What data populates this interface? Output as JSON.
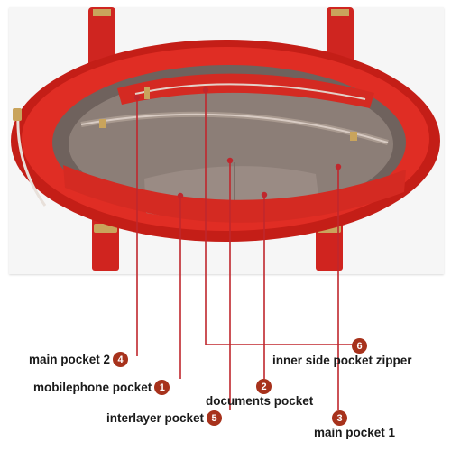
{
  "image": {
    "subject": "open-red-handbag-interior",
    "colors": {
      "leather": "#d42a22",
      "leather_dark": "#a5150f",
      "lining": "#8c7e77",
      "hardware": "#c9a45c",
      "leader": "#c0272d",
      "badge": "#a7321c"
    }
  },
  "callouts": [
    {
      "number": "4",
      "label": "main pocket 2"
    },
    {
      "number": "1",
      "label": "mobilephone pocket"
    },
    {
      "number": "5",
      "label": "interlayer pocket"
    },
    {
      "number": "2",
      "label": "documents pocket"
    },
    {
      "number": "6",
      "label": "inner side pocket zipper"
    },
    {
      "number": "3",
      "label": "main pocket 1"
    }
  ]
}
